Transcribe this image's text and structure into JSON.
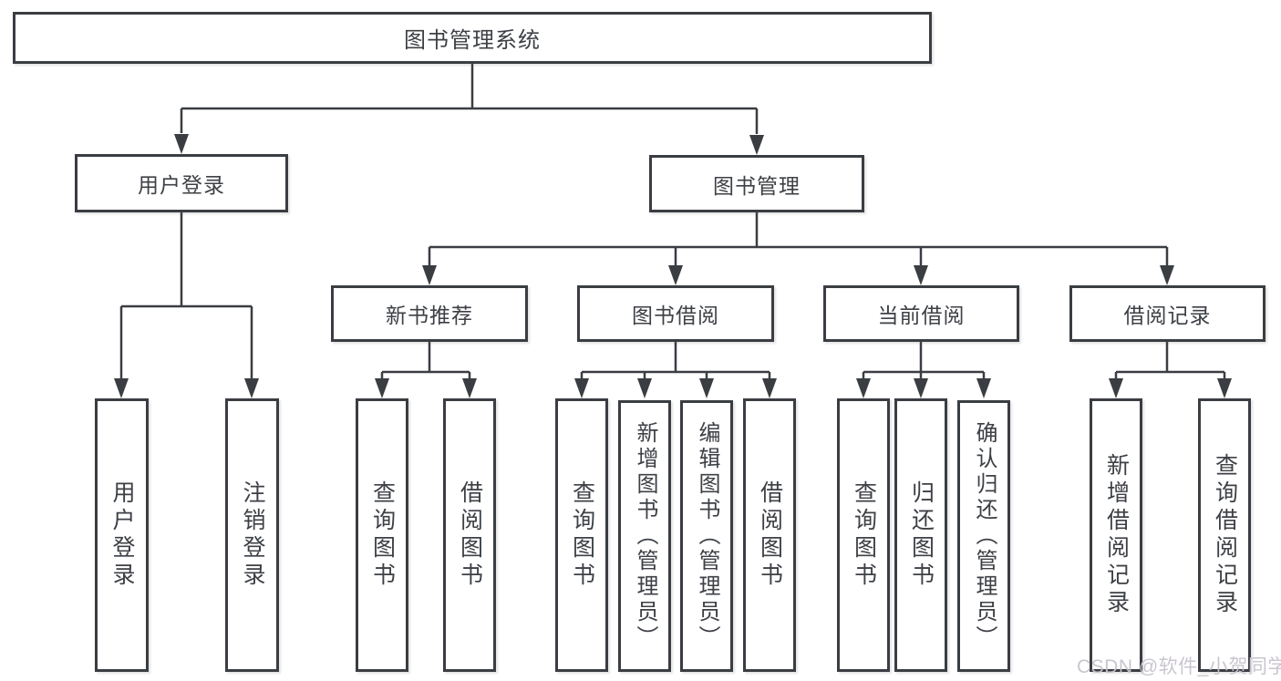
{
  "tree": {
    "root": "图书管理系统",
    "branches": [
      {
        "label": "用户登录",
        "leaves": [
          "用户登录",
          "注销登录"
        ]
      },
      {
        "label": "图书管理",
        "sections": [
          {
            "label": "新书推荐",
            "leaves": [
              "查询图书",
              "借阅图书"
            ]
          },
          {
            "label": "图书借阅",
            "leaves": [
              "查询图书",
              "新增图书（管理员）",
              "编辑图书（管理员）",
              "借阅图书"
            ]
          },
          {
            "label": "当前借阅",
            "leaves": [
              "查询图书",
              "归还图书",
              "确认归还（管理员）"
            ]
          },
          {
            "label": "借阅记录",
            "leaves": [
              "新增借阅记录",
              "查询借阅记录"
            ]
          }
        ]
      }
    ]
  },
  "watermark": "CSDN @软件_小贺同学",
  "colors": {
    "line": "#3a3d42",
    "text": "#3d4045",
    "box_bg": "#ffffff",
    "watermark": "#c7c2cd"
  }
}
